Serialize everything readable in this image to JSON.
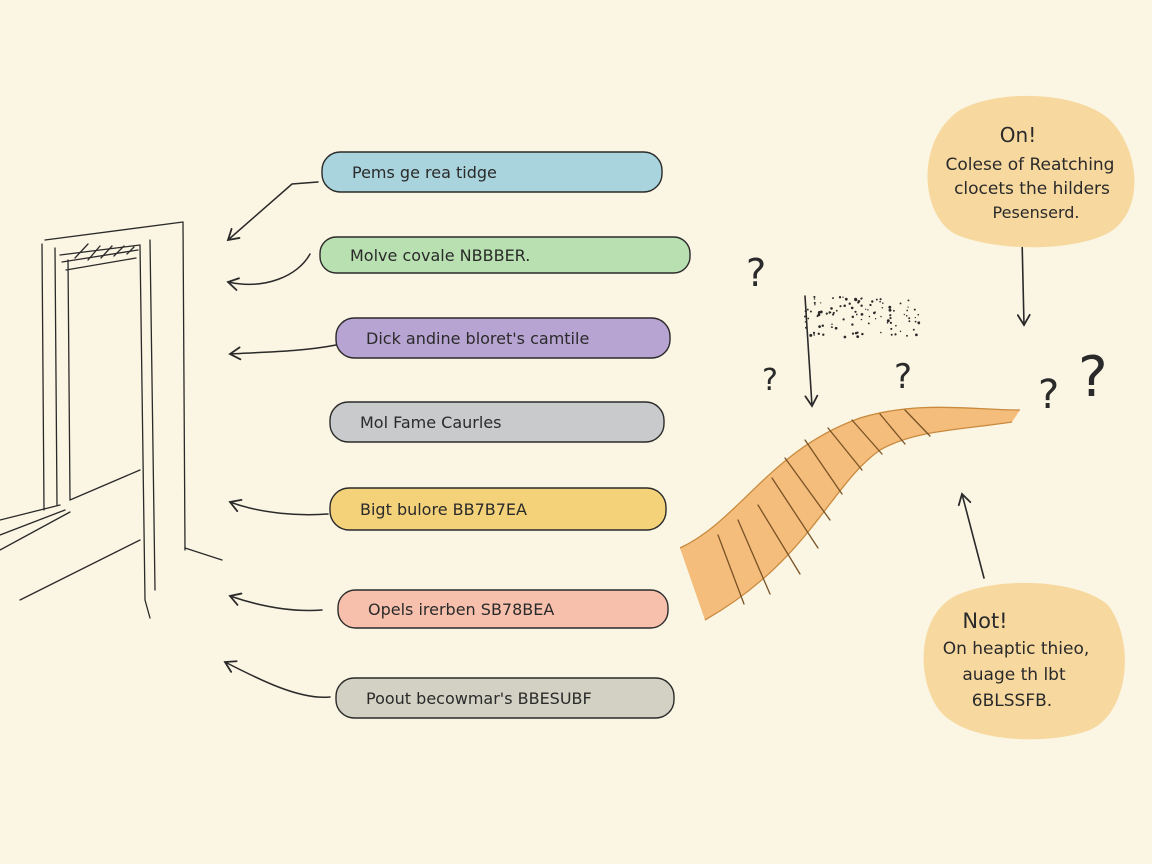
{
  "colors": {
    "background": "#fbf5e3",
    "ink": "#2a2a2a",
    "label_blue": "#a9d3dd",
    "label_green": "#b8e0b0",
    "label_purple": "#b7a4d3",
    "label_gray": "#c9cacc",
    "label_yellow": "#f3d27a",
    "label_pink": "#f6c0ad",
    "label_gray_dark": "#d2d1c4",
    "path_orange": "#f2b36a",
    "bubble_orange": "#f7d9a0"
  },
  "labels": [
    {
      "text": "Pems ge rea tidge",
      "color": "#a9d3dd"
    },
    {
      "text": "Molve covale NBBBER.",
      "color": "#b8e0b0"
    },
    {
      "text": "Dick andine bloret's camtile",
      "color": "#b7a4d3"
    },
    {
      "text": "Mol Fame Caurles",
      "color": "#c9cacc"
    },
    {
      "text": "Bigt bulore BB7B7EA",
      "color": "#f3d27a"
    },
    {
      "text": "Opels irerben SB78BEA",
      "color": "#f6c0ad"
    },
    {
      "text": "Poout becowmar's BBESUBF",
      "color": "#d2d1c4"
    }
  ],
  "bubble_top": {
    "line1": "On!",
    "line2": "Colese of Reatching",
    "line3": "clocets the hilders",
    "line4": "Pesenserd."
  },
  "bubble_bottom": {
    "line1": "Not!",
    "line2": "On heaptic thieo,",
    "line3": "auage th lbt",
    "line4": "6BLSSFB."
  },
  "question_mark": "?"
}
